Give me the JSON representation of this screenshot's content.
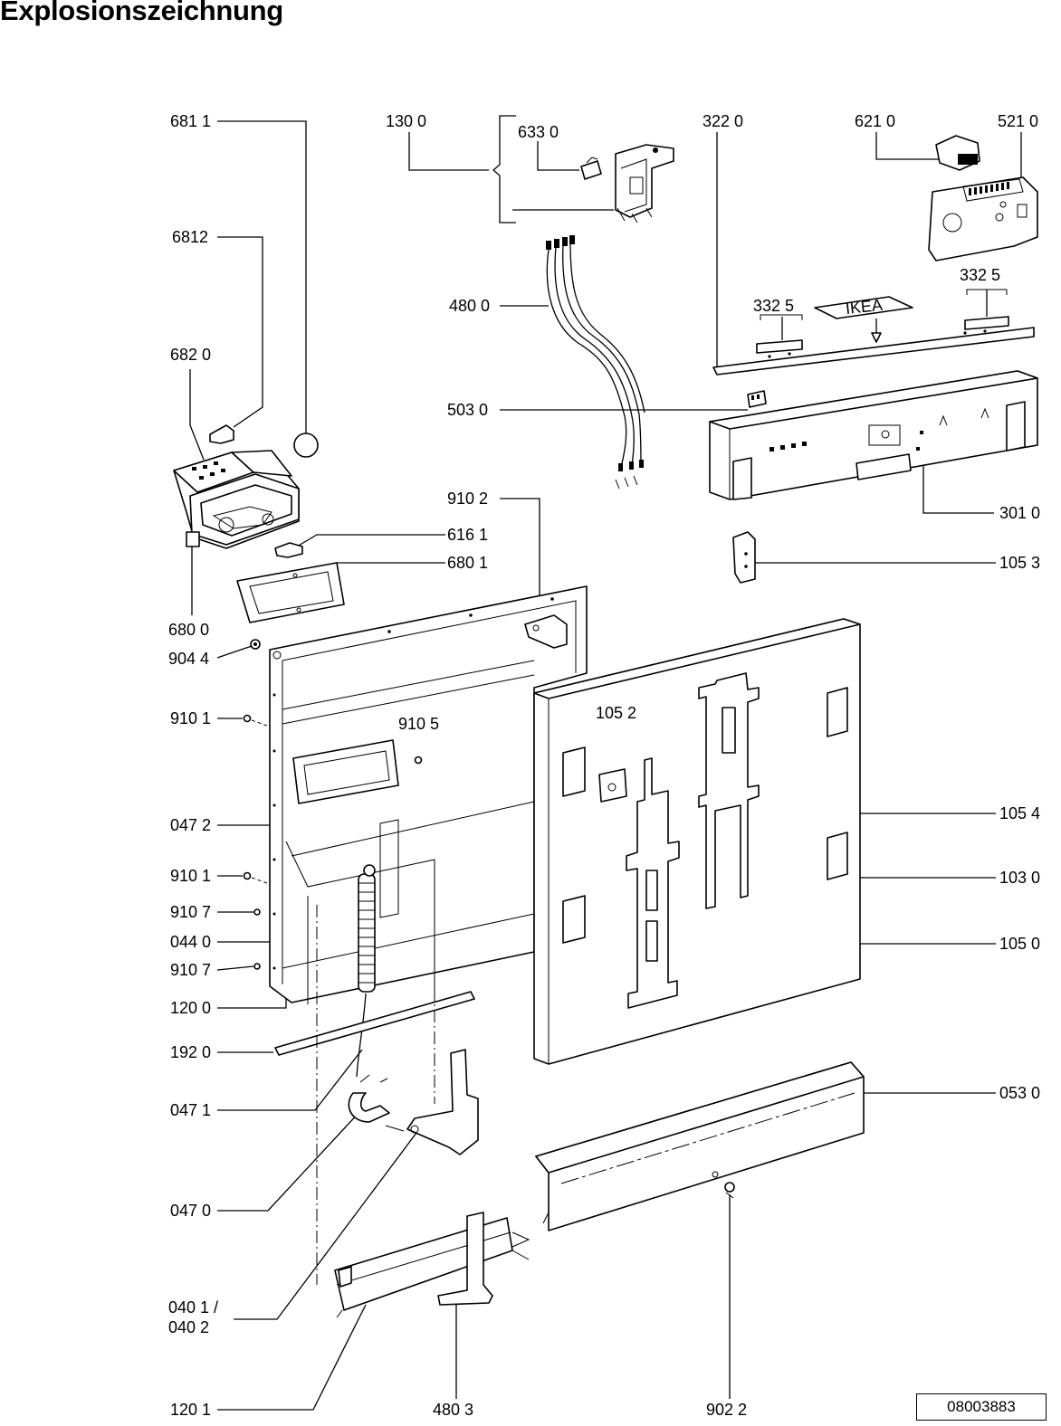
{
  "title": "Explosionszeichnung",
  "document_number": "08003883",
  "ikea_tag": "IKEA",
  "part_labels": {
    "p6811": "681 1",
    "p1300": "130 0",
    "p6330": "633 0",
    "p3220": "322  0",
    "p6210": "621 0",
    "p5210": "521 0",
    "p6812": "6812",
    "p4800": "480 0",
    "p3325a": "332  5",
    "p3325b": "332  5",
    "p6820": "682 0",
    "p5030": "503  0",
    "p9102": "910 2",
    "p6161": "616 1",
    "p3010": "301 0",
    "p6801": "680 1",
    "p1053": "105 3",
    "p6800": "680 0",
    "p9044": "904 4",
    "p9101a": "910 1",
    "p9105": "910 5",
    "p1052": "105 2",
    "p0472": "047 2",
    "p1054": "105 4",
    "p9101b": "910 1",
    "p1030": "103 0",
    "p9107a": "910 7",
    "p0440": "044 0",
    "p1050": "105 0",
    "p9107b": "910 7",
    "p1200": "120 0",
    "p1920": "192 0",
    "p0471": "047 1",
    "p0530": "053 0",
    "p0470": "047 0",
    "p0401": "040 1 /",
    "p0402": "040 2",
    "p1201": "120 1",
    "p4803": "480 3",
    "p9022": "902 2"
  }
}
